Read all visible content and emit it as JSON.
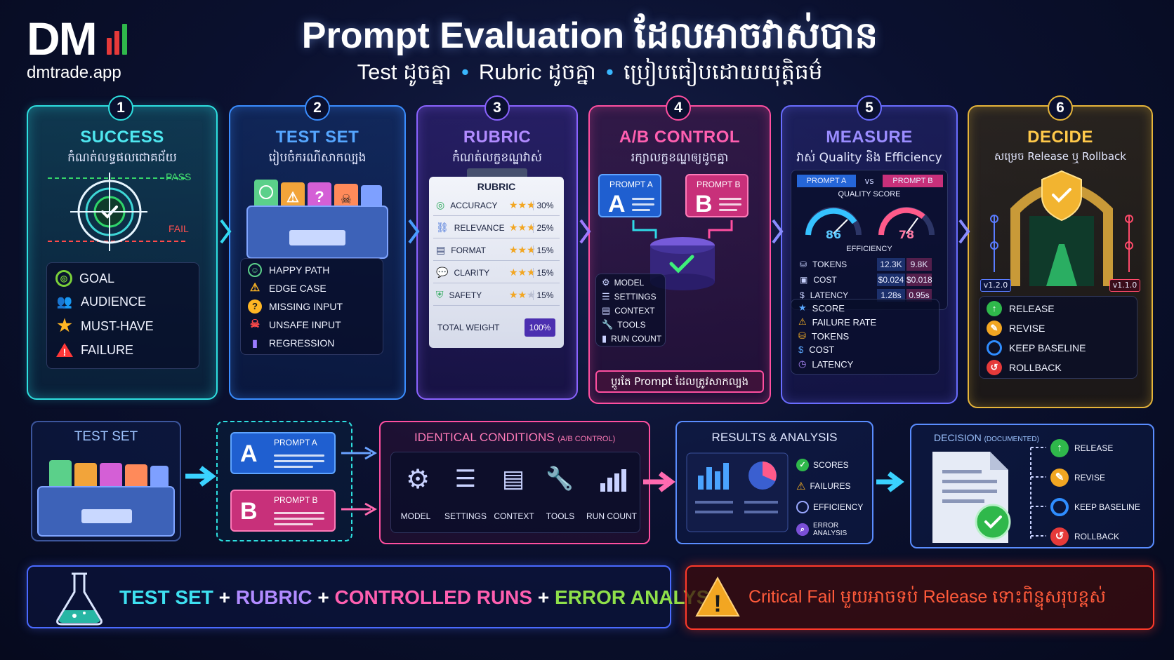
{
  "brand": {
    "logo_text": "DM",
    "url": "dmtrade.app"
  },
  "header": {
    "title": "Prompt Evaluation ដែលអាចវាស់បាន",
    "subtitle_parts": [
      "Test ដូចគ្នា",
      "Rubric ដូចគ្នា",
      "ប្រៀបធៀបដោយយុត្តិធម៌"
    ],
    "separator": "•"
  },
  "steps": [
    {
      "number": "1",
      "title": "SUCCESS",
      "subtitle": "កំណត់លទ្ធផលជោគជ័យ",
      "pass_label": "PASS",
      "fail_label": "FAIL",
      "items": [
        "GOAL",
        "AUDIENCE",
        "MUST-HAVE",
        "FAILURE"
      ]
    },
    {
      "number": "2",
      "title": "TEST SET",
      "subtitle": "រៀបចំករណីសាកល្បង",
      "items": [
        "HAPPY PATH",
        "EDGE CASE",
        "MISSING INPUT",
        "UNSAFE INPUT",
        "REGRESSION"
      ]
    },
    {
      "number": "3",
      "title": "RUBRIC",
      "subtitle": "កំណត់លក្ខខណ្ឌវាស់",
      "board_title": "RUBRIC",
      "criteria": [
        {
          "name": "ACCURACY",
          "stars": 3,
          "weight": "30%"
        },
        {
          "name": "RELEVANCE",
          "stars": 3,
          "weight": "25%"
        },
        {
          "name": "FORMAT",
          "stars": 3,
          "weight": "15%"
        },
        {
          "name": "CLARITY",
          "stars": 3,
          "weight": "15%"
        },
        {
          "name": "SAFETY",
          "stars": 2,
          "weight": "15%"
        }
      ],
      "total_label": "TOTAL WEIGHT",
      "total_value": "100%"
    },
    {
      "number": "4",
      "title": "A/B CONTROL",
      "subtitle": "រក្សាលក្ខខណ្ឌឲ្យដូចគ្នា",
      "prompt_a_label": "PROMPT A",
      "prompt_a_letter": "A",
      "prompt_b_label": "PROMPT B",
      "prompt_b_letter": "B",
      "controls": [
        "MODEL",
        "SETTINGS",
        "CONTEXT",
        "TOOLS",
        "RUN COUNT"
      ],
      "footer": "ប្តូរតែ Prompt ដែលត្រូវសាកល្បង"
    },
    {
      "number": "5",
      "title": "MEASURE",
      "subtitle": "វាស់ Quality និង Efficiency",
      "prompt_a_label": "PROMPT A",
      "vs_label": "vs",
      "prompt_b_label": "PROMPT B",
      "quality_label": "QUALITY SCORE",
      "score_a": "86",
      "score_b": "78",
      "efficiency_label": "EFFICIENCY",
      "metrics": [
        {
          "name": "TOKENS",
          "a": "12.3K",
          "b": "9.8K"
        },
        {
          "name": "COST",
          "a": "$0.024",
          "b": "$0.018"
        },
        {
          "name": "LATENCY",
          "a": "1.28s",
          "b": "0.95s"
        }
      ],
      "items": [
        "SCORE",
        "FAILURE RATE",
        "TOKENS",
        "COST",
        "LATENCY"
      ]
    },
    {
      "number": "6",
      "title": "DECIDE",
      "subtitle": "សម្រេច Release ឬ Rollback",
      "version_left": "v1.2.0",
      "version_right": "v1.1.0",
      "items": [
        "RELEASE",
        "REVISE",
        "KEEP BASELINE",
        "ROLLBACK"
      ]
    }
  ],
  "flow": {
    "test_set_label": "TEST SET",
    "prompt_a_label": "PROMPT A",
    "prompt_a_letter": "A",
    "prompt_b_label": "PROMPT B",
    "prompt_b_letter": "B",
    "conditions_title": "IDENTICAL CONDITIONS",
    "conditions_note": "(A/B CONTROL)",
    "conditions": [
      "MODEL",
      "SETTINGS",
      "CONTEXT",
      "TOOLS",
      "RUN COUNT"
    ],
    "results_title": "RESULTS & ANALYSIS",
    "results": [
      "SCORES",
      "FAILURES",
      "EFFICIENCY",
      "ERROR ANALYSIS"
    ],
    "decision_title": "DECISION",
    "decision_note": "(DOCUMENTED)",
    "decisions": [
      "RELEASE",
      "REVISE",
      "KEEP BASELINE",
      "ROLLBACK"
    ]
  },
  "formula": {
    "parts": [
      "TEST SET",
      "RUBRIC",
      "CONTROLLED RUNS",
      "ERROR ANALYSIS"
    ],
    "plus": "+"
  },
  "warning": {
    "text": "Critical Fail មួយអាចទប់ Release ទោះពិន្ទុសរុបខ្ពស់"
  },
  "colors": {
    "cyan": "#2ee0e0",
    "blue": "#3a8dff",
    "purple": "#8a63ff",
    "pink": "#ff4fa0",
    "indigo": "#6a6dff",
    "gold": "#e6b53a",
    "green": "#35c25a",
    "red": "#ff4040"
  }
}
